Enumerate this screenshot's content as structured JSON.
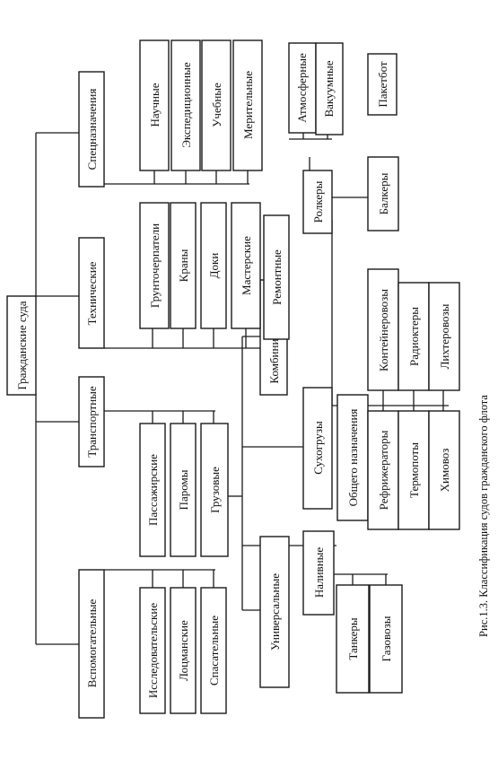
{
  "diagram": {
    "root": "Гражданские суда",
    "groups": {
      "auxiliary": "Вспомогательные",
      "transport": "Транспортные",
      "technical": "Технические",
      "special": "Спецназначения"
    },
    "auxiliary_items": [
      "Исследовательские",
      "Лоцманские",
      "Спасательные"
    ],
    "transport_items": [
      "Пассажирские",
      "Паромы",
      "Грузовые"
    ],
    "cargo_types": {
      "universal": "Универсальные",
      "liquid": "Наливные",
      "dry": "Сухогрузы",
      "combined": "Комбинированные"
    },
    "liquid_items": [
      "Танкеры",
      "Газовозы"
    ],
    "dry_items": [
      "Общего назначения",
      "Рефрижераторы",
      "Термопоты",
      "Химовоз"
    ],
    "dry_items_right": [
      "Контейнеровозы",
      "Радиоктеры",
      "Лихтеровозы"
    ],
    "technical_items": [
      "Грунточерпатели",
      "Краны",
      "Доки",
      "Мастерские",
      "Ремонтные"
    ],
    "special_items": [
      "Научные",
      "Экспедиционные",
      "Учебные",
      "Мерительные"
    ],
    "rolkery": "Ролкеры",
    "rolkery_items": [
      "Атмосферные",
      "Вакуумные"
    ],
    "balkery": "Балкеры",
    "paketbot": "Пакетбот"
  },
  "caption": "Рис.1.3. Классификация судов гражданского флота"
}
